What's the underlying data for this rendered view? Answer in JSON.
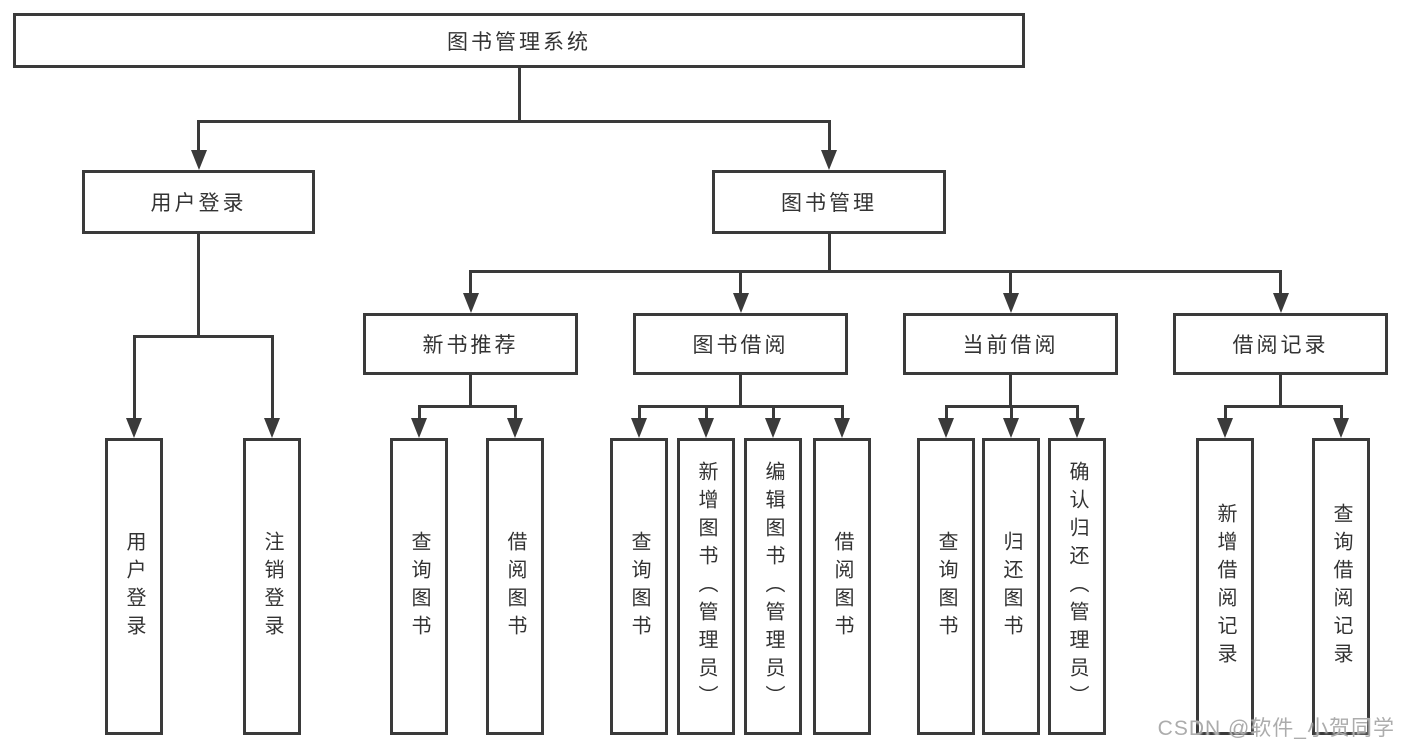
{
  "tree": {
    "label": "图书管理系统",
    "children": [
      {
        "label": "用户登录",
        "children": [
          {
            "label": "用户登录"
          },
          {
            "label": "注销登录"
          }
        ]
      },
      {
        "label": "图书管理",
        "children": [
          {
            "label": "新书推荐",
            "children": [
              {
                "label": "查询图书"
              },
              {
                "label": "借阅图书"
              }
            ]
          },
          {
            "label": "图书借阅",
            "children": [
              {
                "label": "查询图书"
              },
              {
                "label": "新增图书（管理员）"
              },
              {
                "label": "编辑图书（管理员）"
              },
              {
                "label": "借阅图书"
              }
            ]
          },
          {
            "label": "当前借阅",
            "children": [
              {
                "label": "查询图书"
              },
              {
                "label": "归还图书"
              },
              {
                "label": "确认归还（管理员）"
              }
            ]
          },
          {
            "label": "借阅记录",
            "children": [
              {
                "label": "新增借阅记录"
              },
              {
                "label": "查询借阅记录"
              }
            ]
          }
        ]
      }
    ]
  },
  "watermark": {
    "text": "CSDN @软件_小贺同学"
  },
  "colors": {
    "line": "#3a3a3a",
    "text": "#333333",
    "box_background": "#ffffff",
    "page_background": "#ffffff",
    "watermark": "#acacac"
  }
}
